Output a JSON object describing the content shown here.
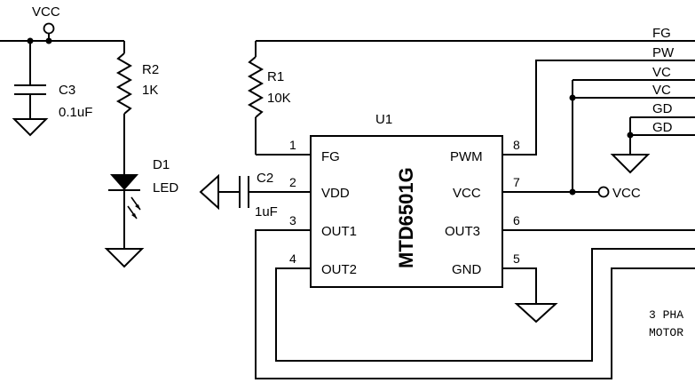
{
  "schematic": {
    "power_label": "VCC",
    "c3": {
      "ref": "C3",
      "value": "0.1uF"
    },
    "r2": {
      "ref": "R2",
      "value": "1K"
    },
    "d1": {
      "ref": "D1",
      "value": "LED"
    },
    "r1": {
      "ref": "R1",
      "value": "10K"
    },
    "c2": {
      "ref": "C2",
      "value": "1uF"
    },
    "u1": {
      "ref": "U1",
      "part": "MTD6501G",
      "pins": [
        {
          "num": "1",
          "name": "FG"
        },
        {
          "num": "2",
          "name": "VDD"
        },
        {
          "num": "3",
          "name": "OUT1"
        },
        {
          "num": "4",
          "name": "OUT2"
        },
        {
          "num": "8",
          "name": "PWM"
        },
        {
          "num": "7",
          "name": "VCC"
        },
        {
          "num": "6",
          "name": "OUT3"
        },
        {
          "num": "5",
          "name": "GND"
        }
      ]
    },
    "vcc_port": "VCC",
    "connector_lines": [
      "FG",
      "PW",
      "VC",
      "VC",
      "GD",
      "GD"
    ],
    "motor_note": [
      "3 PHA",
      "MOTOR"
    ]
  }
}
